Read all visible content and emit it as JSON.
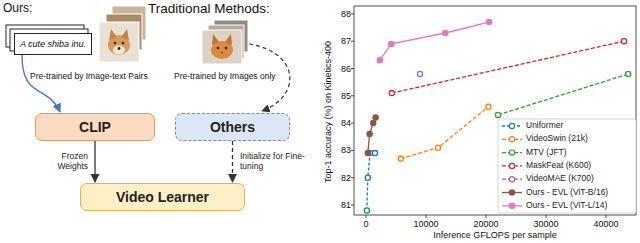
{
  "diagram": {
    "nodes": [
      {
        "text": [
          "A cute shiba inu."
        ]
      },
      {
        "text": [
          "CLIP"
        ]
      },
      {
        "text": [
          "Others"
        ]
      },
      {
        "text": [
          "Video Learner"
        ]
      }
    ],
    "edges": [
      {
        "from": 0,
        "to": 1,
        "arrow": "to"
      },
      {
        "from": 1,
        "to": 3,
        "label": "Frozen Weights",
        "arrow": "to"
      },
      {
        "from": 2,
        "to": 3,
        "label": "Initialize for Fine-tuning",
        "arrow": "to"
      }
    ],
    "labels": [
      "Ours:",
      "Traditional Methods:",
      "Pre-trained by Image-text Pairs",
      "Pre-trained by Images only",
      "88",
      "87",
      "86",
      "85",
      "84",
      "83",
      "82",
      "81",
      "0",
      "10000",
      "20000",
      "30000",
      "40000",
      "Top-1 accuracy (%) on Kinetics-400",
      "Inference GFLOPS per sample"
    ],
    "legend": [
      {
        "text": "Uniformer"
      },
      {
        "text": "VideoSwin (21k)"
      },
      {
        "text": "MTV (JFT)"
      },
      {
        "text": "MaskFeat (K600)"
      },
      {
        "text": "VideoMAE (K700)"
      },
      {
        "text": "Ours - EVL (ViT-B/16)"
      },
      {
        "text": "Ours - EVL (ViT-L/14)"
      }
    ]
  }
}
